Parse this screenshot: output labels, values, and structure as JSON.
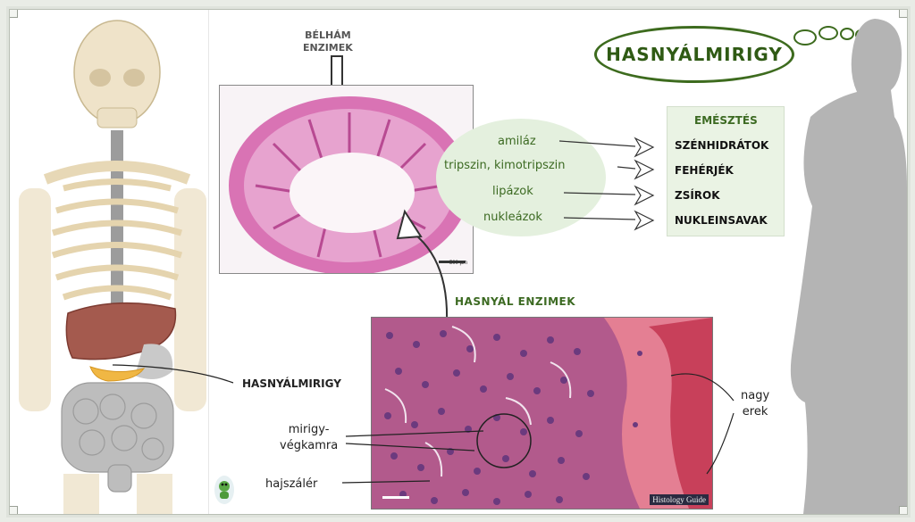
{
  "title": "HASNYÁLMIRIGY",
  "photo_top": {
    "caption": "BÉLHÁM\nENZIMEK",
    "caption_line1": "BÉLHÁM",
    "caption_line2": "ENZIMEK",
    "scale": "500 µm"
  },
  "enzymes": [
    "amiláz",
    "tripszin, kimotripszin",
    "lipázok",
    "nukleázok"
  ],
  "digestion": {
    "heading": "EMÉSZTÉS",
    "targets": [
      "SZÉNHIDRÁTOK",
      "FEHÉRJÉK",
      "ZSÍROK",
      "NUKLEINSAVAK"
    ]
  },
  "photo_bottom": {
    "caption": "HASNYÁL ENZIMEK",
    "source": "Histology Guide"
  },
  "labels": {
    "organ": "HASNYÁLMIRIGY",
    "acini_line1": "mirigy-",
    "acini_line2": "végkamra",
    "capillary": "hajszálér",
    "vessels_line1": "nagy",
    "vessels_line2": "erek"
  },
  "colors": {
    "accent_green": "#3d6b1e",
    "light_green": "#e4f0de",
    "tissue_pink": "#c85a96",
    "silhouette": "#b4b4b4"
  }
}
